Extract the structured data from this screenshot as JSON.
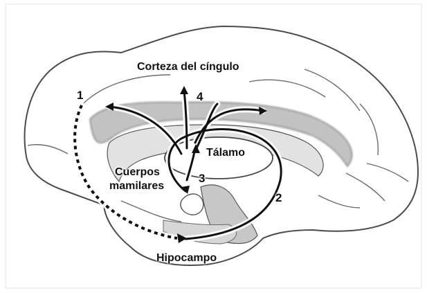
{
  "labels": {
    "cortex": "Corteza del cíngulo",
    "thalamus": "Tálamo",
    "mammillary_line1": "Cuerpos",
    "mammillary_line2": "mamilares",
    "hippocampus": "Hipocampo"
  },
  "steps": [
    "1",
    "2",
    "3",
    "4"
  ],
  "colors": {
    "outline": "#4a4a4a",
    "shading": "#bdbdbd",
    "pathway": "#111111",
    "glow": "#ffffff"
  }
}
